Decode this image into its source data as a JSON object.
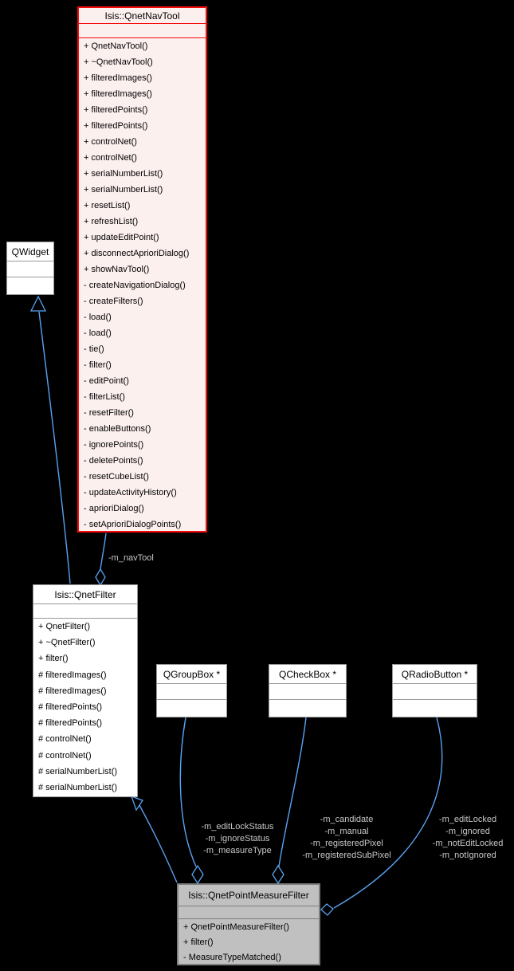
{
  "colors": {
    "background": "#000000",
    "edge": "#58a2f2",
    "edge_label_text": "#c8c8c8",
    "highlight_border": "#f40b0b",
    "highlight_fill": "#fcf0ef",
    "box_border": "#989898",
    "box_fill": "#ffffff",
    "gray_box_fill": "#c0c0c0",
    "gray_box_border": "#7f7f7f",
    "member_text": "#000000"
  },
  "classes": {
    "qnetnavtool": {
      "title": "Isis::QnetNavTool",
      "members": [
        "+ QnetNavTool()",
        "+ ~QnetNavTool()",
        "+ filteredImages()",
        "+ filteredImages()",
        "+ filteredPoints()",
        "+ filteredPoints()",
        "+ controlNet()",
        "+ controlNet()",
        "+ serialNumberList()",
        "+ serialNumberList()",
        "+ resetList()",
        "+ refreshList()",
        "+ updateEditPoint()",
        "+ disconnectAprioriDialog()",
        "+ showNavTool()",
        "- createNavigationDialog()",
        "- createFilters()",
        "- load()",
        "- load()",
        "- tie()",
        "- filter()",
        "- editPoint()",
        "- filterList()",
        "- resetFilter()",
        "- enableButtons()",
        "- ignorePoints()",
        "- deletePoints()",
        "- resetCubeList()",
        "- updateActivityHistory()",
        "- aprioriDialog()",
        "- setAprioriDialogPoints()"
      ]
    },
    "qwidget": {
      "title": "QWidget"
    },
    "qnetfilter": {
      "title": "Isis::QnetFilter",
      "members": [
        "+ QnetFilter()",
        "+ ~QnetFilter()",
        "+ filter()",
        "# filteredImages()",
        "# filteredImages()",
        "# filteredPoints()",
        "# filteredPoints()",
        "# controlNet()",
        "# controlNet()",
        "# serialNumberList()",
        "# serialNumberList()"
      ]
    },
    "qgroupbox": {
      "title": "QGroupBox *"
    },
    "qcheckbox": {
      "title": "QCheckBox *"
    },
    "qradiobutton": {
      "title": "QRadioButton *"
    },
    "qnetpointmeasurefilter": {
      "title": "Isis::QnetPointMeasureFilter",
      "members": [
        "+ QnetPointMeasureFilter()",
        "+ filter()",
        "- MeasureTypeMatched()"
      ]
    }
  },
  "edge_labels": {
    "navtool": "-m_navTool",
    "groupbox_members": [
      "-m_editLockStatus",
      "-m_ignoreStatus",
      "-m_measureType"
    ],
    "checkbox_members": [
      "-m_candidate",
      "-m_manual",
      "-m_registeredPixel",
      "-m_registeredSubPixel"
    ],
    "radiobutton_members": [
      "-m_editLocked",
      "-m_ignored",
      "-m_notEditLocked",
      "-m_notIgnored"
    ]
  }
}
